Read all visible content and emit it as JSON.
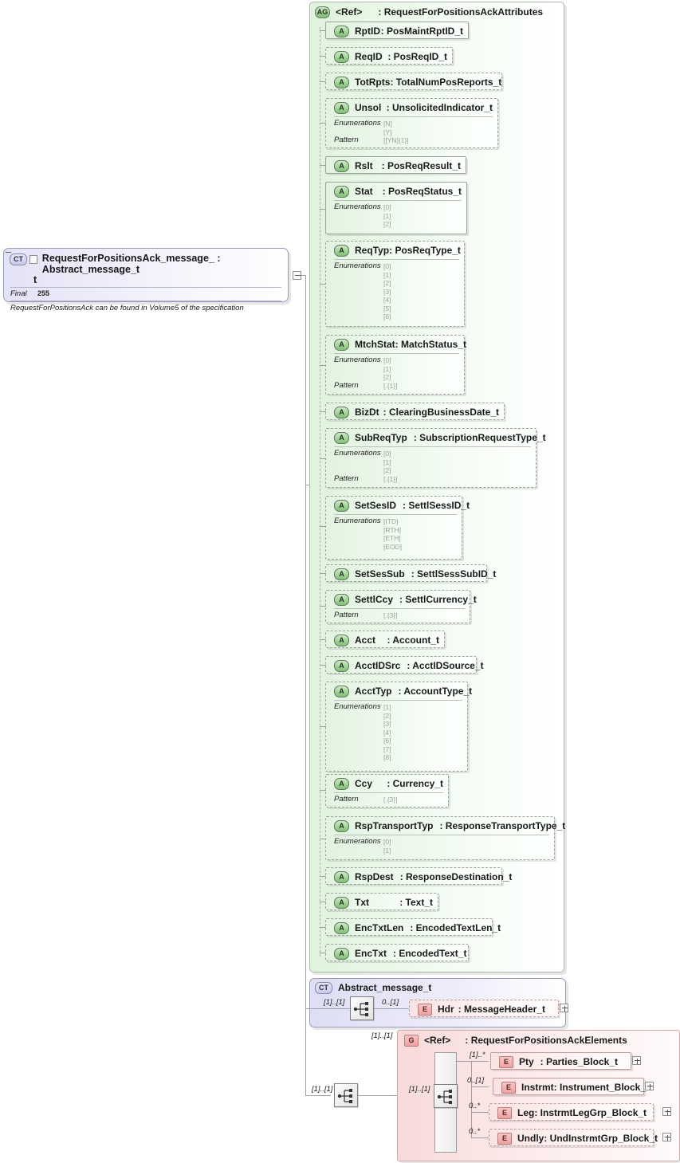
{
  "root": {
    "icon": "complextype-icon",
    "title": "RequestForPositionsAck_message_ : Abstract_message_t",
    "title_line2": "t",
    "final_label": "Final",
    "final_value": "255",
    "documentation": "RequestForPositionsAck can be found in Volume5 of the specification"
  },
  "attribute_group": {
    "icon": "attributegroup-icon",
    "ref_label": "<Ref>",
    "name": ": RequestForPositionsAckAttributes",
    "attributes": [
      {
        "icon": "attribute-icon",
        "label": "RptID",
        "type": ": PosMaintRptID_t",
        "optional": false,
        "facets": []
      },
      {
        "icon": "attribute-icon",
        "label": "ReqID",
        "type": ": PosReqID_t",
        "optional": true,
        "facets": []
      },
      {
        "icon": "attribute-icon",
        "label": "TotRpts",
        "type": ": TotalNumPosReports_t",
        "optional": true,
        "facets": []
      },
      {
        "icon": "attribute-icon",
        "label": "Unsol",
        "type": ": UnsolicitedIndicator_t",
        "optional": true,
        "facets": [
          {
            "name": "Enumerations",
            "values": [
              "[N]",
              "[Y]"
            ]
          },
          {
            "name": "Pattern",
            "values": [
              "[[YN]{1}]"
            ]
          }
        ]
      },
      {
        "icon": "attribute-icon",
        "label": "Rslt",
        "type": ": PosReqResult_t",
        "optional": false,
        "facets": []
      },
      {
        "icon": "attribute-icon",
        "label": "Stat",
        "type": ": PosReqStatus_t",
        "optional": false,
        "facets": [
          {
            "name": "Enumerations",
            "values": [
              "[0]",
              "[1]",
              "[2]"
            ]
          }
        ]
      },
      {
        "icon": "attribute-icon",
        "label": "ReqTyp",
        "type": ": PosReqType_t",
        "optional": true,
        "facets": [
          {
            "name": "Enumerations",
            "values": [
              "[0]",
              "[1]",
              "[2]",
              "[3]",
              "[4]",
              "[5]",
              "[6]"
            ]
          }
        ]
      },
      {
        "icon": "attribute-icon",
        "label": "MtchStat",
        "type": ": MatchStatus_t",
        "optional": true,
        "facets": [
          {
            "name": "Enumerations",
            "values": [
              "[0]",
              "[1]",
              "[2]"
            ]
          },
          {
            "name": "Pattern",
            "values": [
              "[.{1}]"
            ]
          }
        ]
      },
      {
        "icon": "attribute-icon",
        "label": "BizDt",
        "type": ": ClearingBusinessDate_t",
        "optional": true,
        "facets": []
      },
      {
        "icon": "attribute-icon",
        "label": "SubReqTyp",
        "type": ": SubscriptionRequestType_t",
        "optional": true,
        "facets": [
          {
            "name": "Enumerations",
            "values": [
              "[0]",
              "[1]",
              "[2]"
            ]
          },
          {
            "name": "Pattern",
            "values": [
              "[.{1}]"
            ]
          }
        ]
      },
      {
        "icon": "attribute-icon",
        "label": "SetSesID",
        "type": ": SettlSessID_t",
        "optional": true,
        "facets": [
          {
            "name": "Enumerations",
            "values": [
              "[ITD]",
              "[RTH]",
              "[ETH]",
              "[EOD]"
            ]
          }
        ]
      },
      {
        "icon": "attribute-icon",
        "label": "SetSesSub",
        "type": ": SettlSessSubID_t",
        "optional": true,
        "facets": []
      },
      {
        "icon": "attribute-icon",
        "label": "SettlCcy",
        "type": ": SettlCurrency_t",
        "optional": true,
        "facets": [
          {
            "name": "Pattern",
            "values": [
              "[.{3}]"
            ]
          }
        ]
      },
      {
        "icon": "attribute-icon",
        "label": "Acct",
        "type": ": Account_t",
        "optional": true,
        "facets": []
      },
      {
        "icon": "attribute-icon",
        "label": "AcctIDSrc",
        "type": ": AcctIDSource_t",
        "optional": true,
        "facets": []
      },
      {
        "icon": "attribute-icon",
        "label": "AcctTyp",
        "type": ": AccountType_t",
        "optional": true,
        "facets": [
          {
            "name": "Enumerations",
            "values": [
              "[1]",
              "[2]",
              "[3]",
              "[4]",
              "[6]",
              "[7]",
              "[8]"
            ]
          }
        ]
      },
      {
        "icon": "attribute-icon",
        "label": "Ccy",
        "type": ": Currency_t",
        "optional": true,
        "facets": [
          {
            "name": "Pattern",
            "values": [
              "[.{3}]"
            ]
          }
        ]
      },
      {
        "icon": "attribute-icon",
        "label": "RspTransportTyp",
        "type": ": ResponseTransportType_t",
        "optional": true,
        "facets": [
          {
            "name": "Enumerations",
            "values": [
              "[0]",
              "[1]"
            ]
          }
        ]
      },
      {
        "icon": "attribute-icon",
        "label": "RspDest",
        "type": ": ResponseDestination_t",
        "optional": true,
        "facets": []
      },
      {
        "icon": "attribute-icon",
        "label": "Txt",
        "type": ": Text_t",
        "optional": true,
        "facets": []
      },
      {
        "icon": "attribute-icon",
        "label": "EncTxtLen",
        "type": ": EncodedTextLen_t",
        "optional": true,
        "facets": []
      },
      {
        "icon": "attribute-icon",
        "label": "EncTxt",
        "type": ": EncodedText_t",
        "optional": true,
        "facets": []
      }
    ]
  },
  "abstract_message": {
    "icon": "complextype-icon",
    "title": "Abstract_message_t",
    "sequence_cardinality": "[1]..[1]",
    "element": {
      "icon": "element-icon",
      "cardinality": "0..[1]",
      "label": "Hdr",
      "type": ": MessageHeader_t",
      "optional": true,
      "expander": "plus-icon"
    }
  },
  "elements_group": {
    "icon": "group-icon",
    "ref_label": "<Ref>",
    "name": ": RequestForPositionsAckElements",
    "outer_cardinality": "[1]..[1]",
    "sequence_cardinality": "[1]..[1]",
    "inner_sequence_cardinality": "[1]..[1]",
    "elements": [
      {
        "icon": "element-icon",
        "cardinality": "[1]..*",
        "label": "Pty",
        "type": ": Parties_Block_t",
        "optional": false,
        "expander": "plus-icon"
      },
      {
        "icon": "element-icon",
        "cardinality": "0..[1]",
        "label": "Instrmt",
        "type": ": Instrument_Block_t",
        "optional": false,
        "expander": "plus-icon"
      },
      {
        "icon": "element-icon",
        "cardinality": "0..*",
        "label": "Leg",
        "type": ": InstrmtLegGrp_Block_t",
        "optional": true,
        "expander": "plus-icon"
      },
      {
        "icon": "element-icon",
        "cardinality": "0..*",
        "label": "Undly",
        "type": ": UndInstrmtGrp_Block_t",
        "optional": true,
        "expander": "plus-icon"
      }
    ]
  },
  "colors": {
    "attribute_green": "#dff3dc",
    "complextype_purple": "#dedef4",
    "element_pink": "#f8dada",
    "line_gray": "#9aa0a6"
  }
}
